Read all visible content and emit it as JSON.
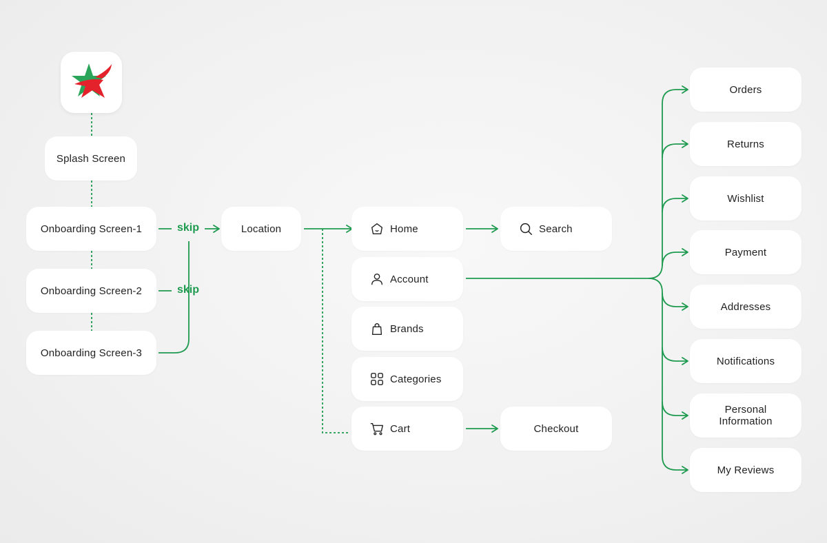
{
  "colors": {
    "accent": "#1e9a4f",
    "logo_green": "#2aa55a",
    "logo_red": "#e4222c"
  },
  "logo": {
    "icon": "star-logo-icon"
  },
  "nodes": {
    "splash": "Splash Screen",
    "onboarding1": "Onboarding Screen-1",
    "onboarding2": "Onboarding Screen-2",
    "onboarding3": "Onboarding Screen-3",
    "location": "Location",
    "home": "Home",
    "account": "Account",
    "brands": "Brands",
    "categories": "Categories",
    "cart": "Cart",
    "search": "Search",
    "checkout": "Checkout",
    "orders": "Orders",
    "returns": "Returns",
    "wishlist": "Wishlist",
    "payment": "Payment",
    "addresses": "Addresses",
    "notifications": "Notifications",
    "personal_information": "Personal\nInformation",
    "my_reviews": "My Reviews"
  },
  "edges": {
    "skip1": "skip",
    "skip2": "skip"
  },
  "icons": {
    "home": "home-icon",
    "account": "user-icon",
    "brands": "shopping-bag-icon",
    "categories": "grid-icon",
    "cart": "cart-icon",
    "search": "search-icon"
  }
}
